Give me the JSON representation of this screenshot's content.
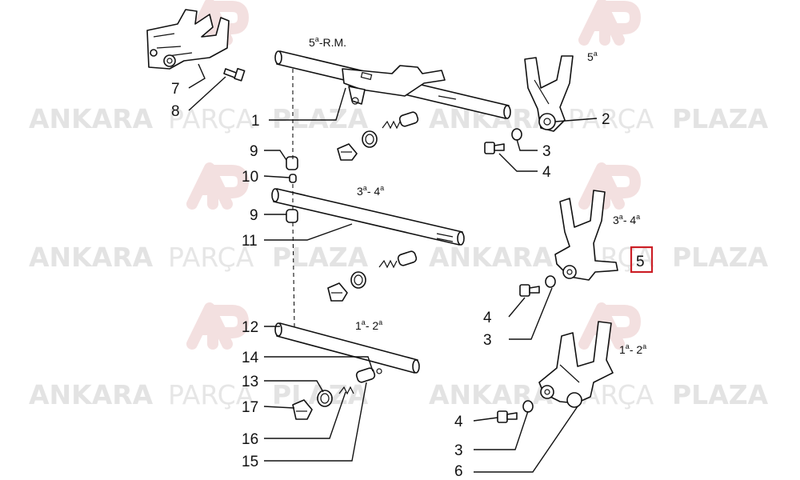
{
  "watermark": {
    "brand_left": "ANKARA",
    "brand_mid": "PARÇA",
    "brand_right": "PLAZA",
    "colors": {
      "text": "#e6e6e6",
      "logo": "#f3e0e0"
    }
  },
  "highlight_color": "#cc1f26",
  "gear_labels": {
    "fifth_rm": {
      "main": "5",
      "sup": "a",
      "rest": "-R.M."
    },
    "fifth": {
      "main": "5",
      "sup": "a",
      "rest": ""
    },
    "third_fourth_rod": {
      "a": "3",
      "sup1": "a",
      "dash": "- 4",
      "sup2": "a"
    },
    "third_fourth_fork": {
      "a": "3",
      "sup1": "a",
      "dash": "- 4",
      "sup2": "a"
    },
    "first_second_rod": {
      "a": "1",
      "sup1": "a",
      "dash": "- 2",
      "sup2": "a"
    },
    "first_second_fork": {
      "a": "1",
      "sup1": "a",
      "dash": "- 2",
      "sup2": "a"
    }
  },
  "callouts": {
    "c7": "7",
    "c8": "8",
    "c1": "1",
    "c9a": "9",
    "c10": "10",
    "c9b": "9",
    "c11": "11",
    "c12": "12",
    "c14": "14",
    "c13": "13",
    "c17": "17",
    "c16": "16",
    "c15": "15",
    "c2": "2",
    "c3a": "3",
    "c4a": "4",
    "c5": "5",
    "c4b": "4",
    "c3b": "3",
    "c4c": "4",
    "c3c": "3",
    "c6": "6"
  }
}
